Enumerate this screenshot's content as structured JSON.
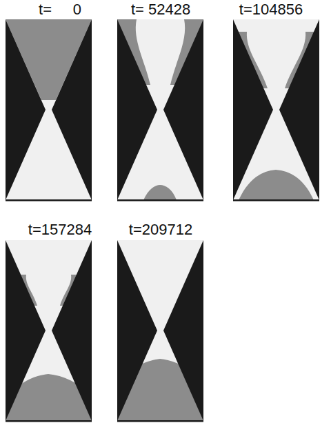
{
  "diagram": {
    "labels": [
      "t=     0",
      "t= 52428",
      "t=104856",
      "t=157284",
      "t=209712"
    ]
  }
}
